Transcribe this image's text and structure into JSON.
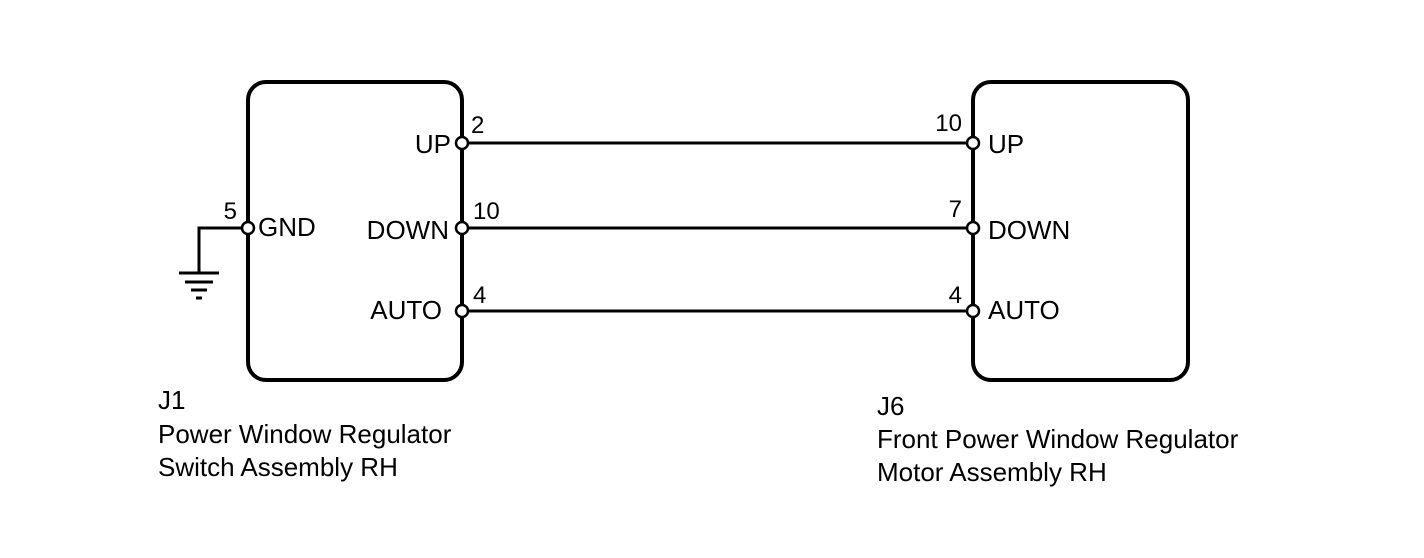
{
  "left_component": {
    "code": "J1",
    "name_line1": "Power Window Regulator",
    "name_line2": "Switch Assembly RH",
    "gnd_pin": {
      "label": "GND",
      "number": "5"
    },
    "pins": [
      {
        "label": "UP",
        "number": "2"
      },
      {
        "label": "DOWN",
        "number": "10"
      },
      {
        "label": "AUTO",
        "number": "4"
      }
    ]
  },
  "right_component": {
    "code": "J6",
    "name_line1": "Front Power Window Regulator",
    "name_line2": "Motor Assembly RH",
    "pins": [
      {
        "label": "UP",
        "number": "10"
      },
      {
        "label": "DOWN",
        "number": "7"
      },
      {
        "label": "AUTO",
        "number": "4"
      }
    ]
  },
  "connections": [
    {
      "from": "J1-2 UP",
      "to": "J6-10 UP"
    },
    {
      "from": "J1-10 DOWN",
      "to": "J6-7 DOWN"
    },
    {
      "from": "J1-4 AUTO",
      "to": "J6-4 AUTO"
    }
  ],
  "icons": {
    "ground": "ground-icon",
    "terminal": "terminal-icon"
  }
}
